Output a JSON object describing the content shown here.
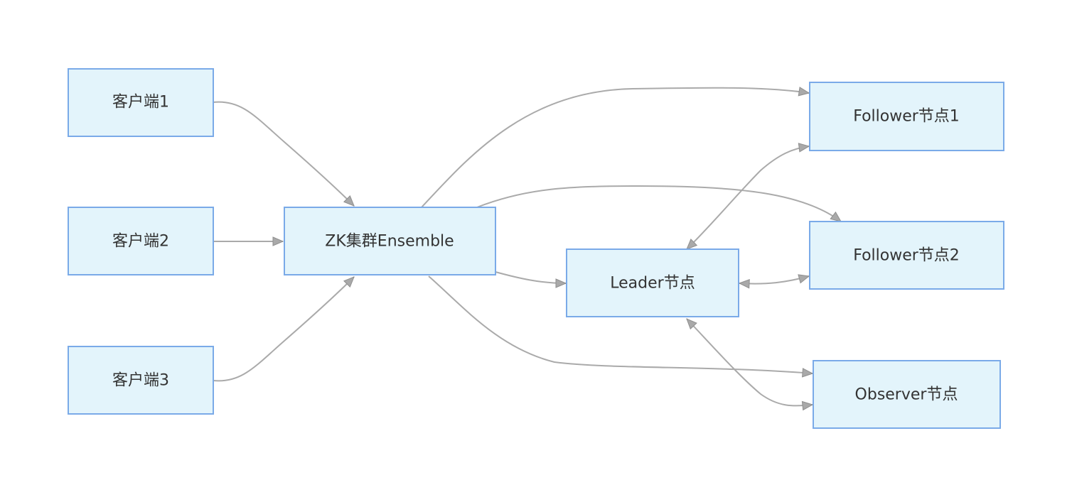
{
  "diagram": {
    "nodes": {
      "client1": "客户端1",
      "client2": "客户端2",
      "client3": "客户端3",
      "ensemble": "ZK集群Ensemble",
      "leader": "Leader节点",
      "follower1": "Follower节点1",
      "follower2": "Follower节点2",
      "observer": "Observer节点"
    },
    "edges": [
      {
        "from": "client1",
        "to": "ensemble",
        "direction": "forward"
      },
      {
        "from": "client2",
        "to": "ensemble",
        "direction": "forward"
      },
      {
        "from": "client3",
        "to": "ensemble",
        "direction": "forward"
      },
      {
        "from": "ensemble",
        "to": "follower1",
        "direction": "forward"
      },
      {
        "from": "ensemble",
        "to": "follower2",
        "direction": "forward"
      },
      {
        "from": "ensemble",
        "to": "leader",
        "direction": "forward"
      },
      {
        "from": "ensemble",
        "to": "observer",
        "direction": "forward"
      },
      {
        "from": "leader",
        "to": "follower1",
        "direction": "both"
      },
      {
        "from": "leader",
        "to": "follower2",
        "direction": "both"
      },
      {
        "from": "leader",
        "to": "observer",
        "direction": "both"
      }
    ],
    "colors": {
      "node_fill": "#e3f4fb",
      "node_border": "#7aaae8",
      "edge": "#aaaaaa",
      "text": "#333333"
    }
  }
}
